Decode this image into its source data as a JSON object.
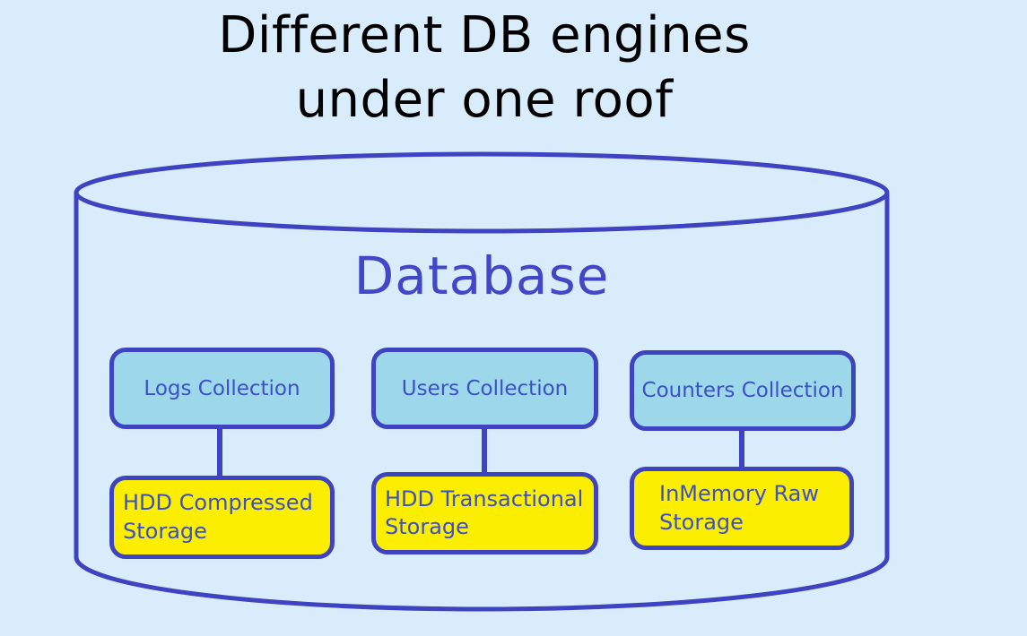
{
  "title": "Different DB engines\nunder one roof",
  "database": {
    "label": "Database"
  },
  "collections": [
    {
      "label": "Logs Collection"
    },
    {
      "label": "Users Collection"
    },
    {
      "label": "Counters Collection"
    }
  ],
  "storages": [
    {
      "label": "HDD Compressed Storage"
    },
    {
      "label": "HDD Transactional Storage"
    },
    {
      "label": "InMemory Raw Storage"
    }
  ],
  "colors": {
    "background": "#d9ecfb",
    "outline_blue": "#3d43c1",
    "collection_fill": "#9cd8e9",
    "storage_fill": "#fcee00",
    "label_text": "#3c4fc8",
    "database_text": "#4247c8",
    "title_text": "#000000"
  }
}
